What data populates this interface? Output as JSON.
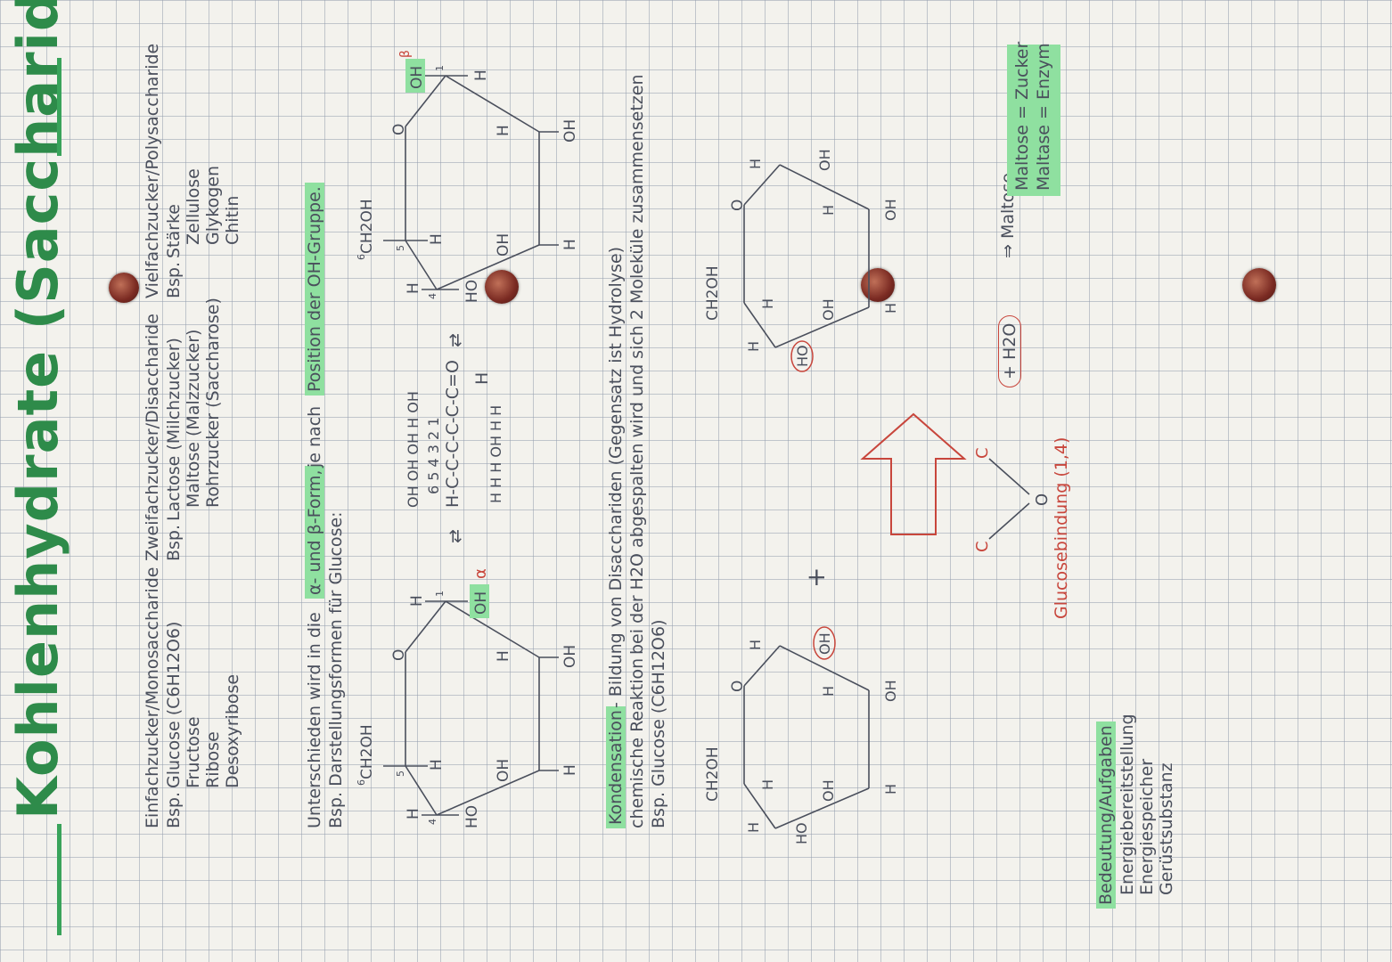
{
  "title": "Kohlenhydrate (Saccharide)",
  "columns": [
    {
      "heading": "Einfachzucker/Monosaccharide",
      "example_prefix": "Bsp.",
      "items": [
        "Glucose (C6H12O6)",
        "Fructose",
        "Ribose",
        "Desoxyribose"
      ]
    },
    {
      "heading": "Zweifachzucker/Disaccharide",
      "example_prefix": "Bsp.",
      "items": [
        "Lactose (Milchzucker)",
        "Maltose (Malzzucker)",
        "Rohrzucker (Saccharose)"
      ]
    },
    {
      "heading": "Vielfachzucker/Polysaccharide",
      "example_prefix": "Bsp.",
      "items": [
        "Stärke",
        "Zellulose",
        "Glykogen",
        "Chitin"
      ]
    }
  ],
  "forms": {
    "line1_a": "Unterschieden wird in die",
    "line1_hl": "α- und β-Form,",
    "line1_b": "je nach",
    "line1_hl2": "Position der OH-Gruppe.",
    "line2": "Bsp. Darstellungsformen für Glucose:"
  },
  "ring_labels": {
    "ch2oh": "CH2OH",
    "c6": "6",
    "c5": "5",
    "c4": "4",
    "c1": "1",
    "o": "O",
    "h": "H",
    "oh": "OH",
    "ho": "HO",
    "alpha": "α",
    "beta": "β"
  },
  "chain": {
    "top": "OH OH OH H OH",
    "numbers": "6 5 4 3 2 1",
    "main": "H-C-C-C-C-C-C=O",
    "bottom": "H H H OH H H",
    "aldehyde_h": "H"
  },
  "kondensation": {
    "label": "Kondensation",
    "line1": "- Bildung von Disacchariden (Gegensatz ist Hydrolyse)",
    "line2_a": "chemische Reaktion",
    "line2_b": "bei der H2O abgespalten wird und sich 2 Moleküle zusammensetzen",
    "line3": "Bsp. Glucose (C6H12O6)"
  },
  "reaction": {
    "plus": "+",
    "water": "+ H2O",
    "product": "Maltose",
    "bond": "Glucosebindung (1,4)",
    "c_left": "C",
    "c_right": "C",
    "o_center": "O"
  },
  "bedeutung": {
    "heading": "Bedeutung/Aufgaben",
    "items": [
      "Energiebereitstellung",
      "Energiespeicher",
      "Gerüstsubstanz"
    ]
  },
  "note": {
    "line1": "Maltose = Zucker",
    "line2": "Maltase = Enzym"
  }
}
